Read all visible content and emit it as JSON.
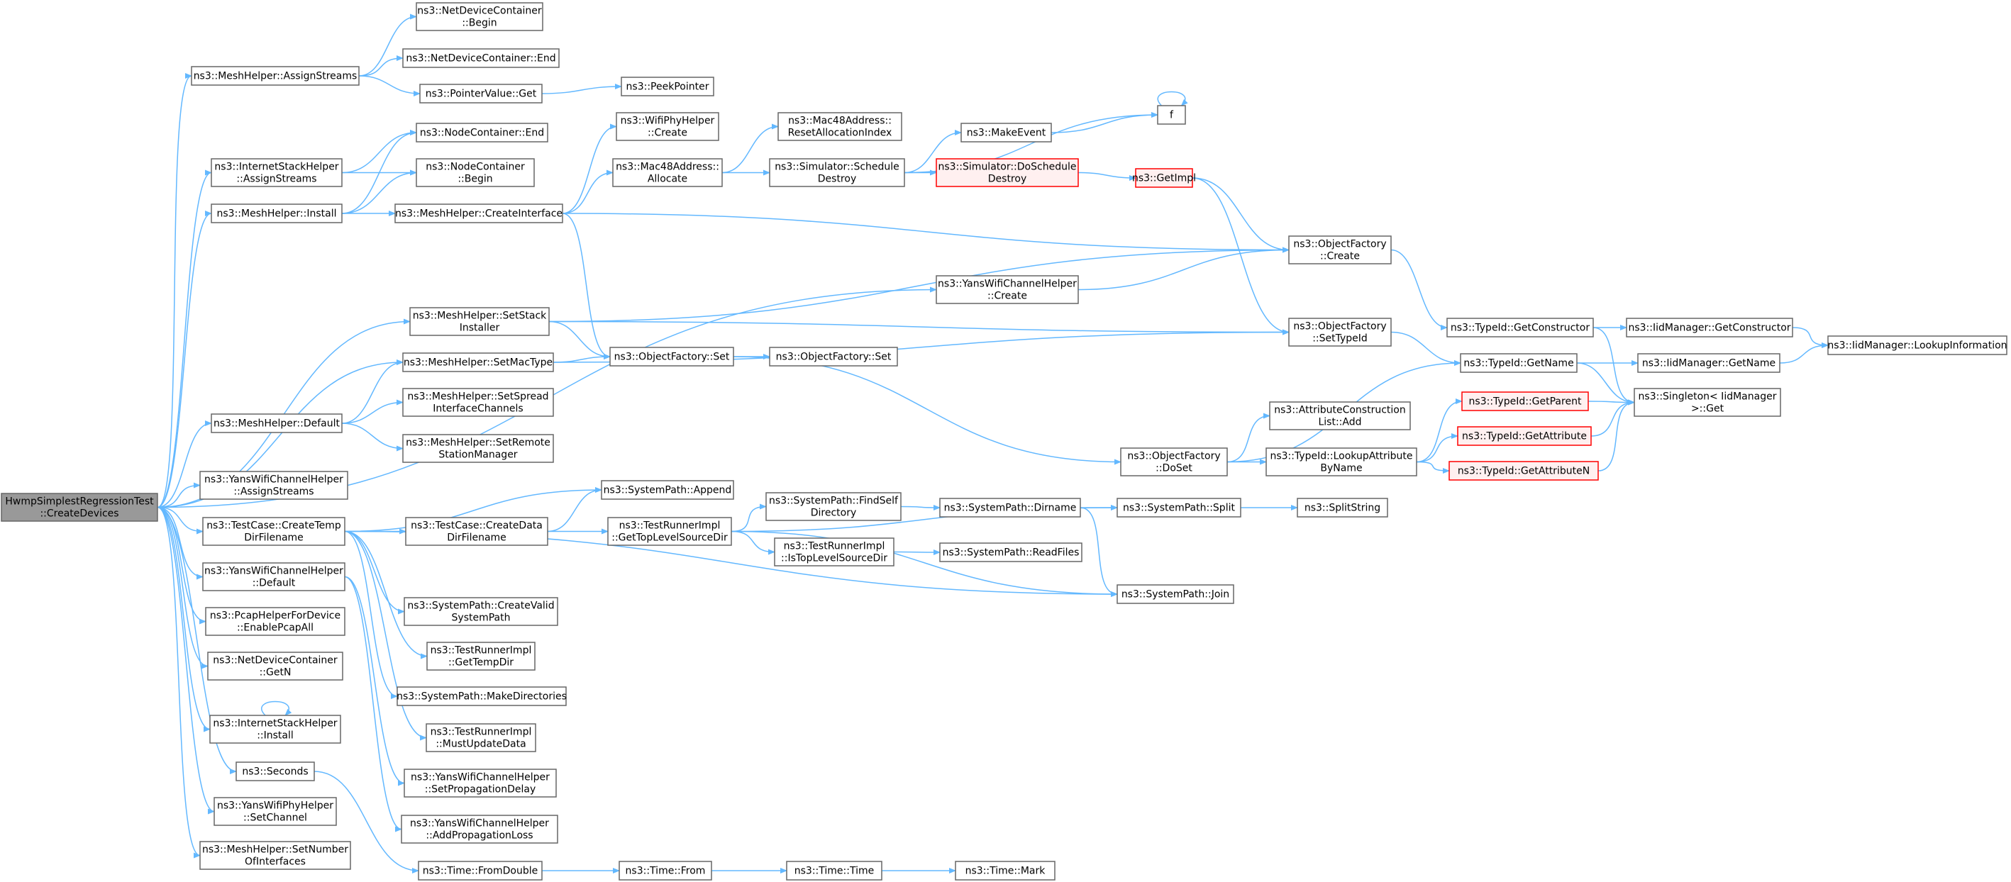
{
  "graph": {
    "edge_color": "#63b8ff",
    "root_fill": "#999999",
    "node_stroke": "#666666",
    "warning_stroke": "#ff0000",
    "nodes": [
      {
        "id": "root",
        "lines": [
          "HwmpSimplestRegressionTest",
          "::CreateDevices"
        ],
        "style": "root"
      },
      {
        "id": "assignStreams",
        "lines": [
          "ns3::MeshHelper::AssignStreams"
        ]
      },
      {
        "id": "ndcBegin",
        "lines": [
          "ns3::NetDeviceContainer",
          "::Begin"
        ]
      },
      {
        "id": "ndcEnd",
        "lines": [
          "ns3::NetDeviceContainer::End"
        ]
      },
      {
        "id": "pvGet",
        "lines": [
          "ns3::PointerValue::Get"
        ]
      },
      {
        "id": "peekPointer",
        "lines": [
          "ns3::PeekPointer"
        ]
      },
      {
        "id": "ncEnd",
        "lines": [
          "ns3::NodeContainer::End"
        ]
      },
      {
        "id": "ishAssign",
        "lines": [
          "ns3::InternetStackHelper",
          "::AssignStreams"
        ]
      },
      {
        "id": "ncBegin",
        "lines": [
          "ns3::NodeContainer",
          "::Begin"
        ]
      },
      {
        "id": "mhInstall",
        "lines": [
          "ns3::MeshHelper::Install"
        ]
      },
      {
        "id": "mhCreateIf",
        "lines": [
          "ns3::MeshHelper::CreateInterface"
        ]
      },
      {
        "id": "wphCreate",
        "lines": [
          "ns3::WifiPhyHelper",
          "::Create"
        ]
      },
      {
        "id": "macAllocate",
        "lines": [
          "ns3::Mac48Address::",
          "Allocate"
        ]
      },
      {
        "id": "macReset",
        "lines": [
          "ns3::Mac48Address::",
          "ResetAllocationIndex"
        ]
      },
      {
        "id": "simSchedDestroy",
        "lines": [
          "ns3::Simulator::Schedule",
          "Destroy"
        ]
      },
      {
        "id": "makeEvent",
        "lines": [
          "ns3::MakeEvent"
        ]
      },
      {
        "id": "f",
        "lines": [
          "f"
        ]
      },
      {
        "id": "simDoSched",
        "lines": [
          "ns3::Simulator::DoSchedule",
          "Destroy"
        ],
        "style": "red"
      },
      {
        "id": "getImpl",
        "lines": [
          "ns3::GetImpl"
        ],
        "style": "red"
      },
      {
        "id": "ofCreate",
        "lines": [
          "ns3::ObjectFactory",
          "::Create"
        ]
      },
      {
        "id": "ywchCreate",
        "lines": [
          "ns3::YansWifiChannelHelper",
          "::Create"
        ]
      },
      {
        "id": "mhSetStack",
        "lines": [
          "ns3::MeshHelper::SetStack",
          "Installer"
        ]
      },
      {
        "id": "ofSetTypeId",
        "lines": [
          "ns3::ObjectFactory",
          "::SetTypeId"
        ]
      },
      {
        "id": "tidGetCtor",
        "lines": [
          "ns3::TypeId::GetConstructor"
        ]
      },
      {
        "id": "iidGetCtor",
        "lines": [
          "ns3::IidManager::GetConstructor"
        ]
      },
      {
        "id": "iidLookup",
        "lines": [
          "ns3::IidManager::LookupInformation"
        ]
      },
      {
        "id": "mhSetMac",
        "lines": [
          "ns3::MeshHelper::SetMacType"
        ]
      },
      {
        "id": "ofSetTpl",
        "lines": [
          "ns3::ObjectFactory::Set"
        ]
      },
      {
        "id": "ofSet",
        "lines": [
          "ns3::ObjectFactory::Set"
        ]
      },
      {
        "id": "tidGetName",
        "lines": [
          "ns3::TypeId::GetName"
        ]
      },
      {
        "id": "iidGetName",
        "lines": [
          "ns3::IidManager::GetName"
        ]
      },
      {
        "id": "mhDefault",
        "lines": [
          "ns3::MeshHelper::Default"
        ]
      },
      {
        "id": "mhSpread",
        "lines": [
          "ns3::MeshHelper::SetSpread",
          "InterfaceChannels"
        ]
      },
      {
        "id": "mhRemote",
        "lines": [
          "ns3::MeshHelper::SetRemote",
          "StationManager"
        ]
      },
      {
        "id": "acAdd",
        "lines": [
          "ns3::AttributeConstruction",
          "List::Add"
        ]
      },
      {
        "id": "tidGetParent",
        "lines": [
          "ns3::TypeId::GetParent"
        ],
        "style": "red"
      },
      {
        "id": "singletonGet",
        "lines": [
          "ns3::Singleton< IidManager",
          ">::Get"
        ]
      },
      {
        "id": "tidGetAttr",
        "lines": [
          "ns3::TypeId::GetAttribute"
        ],
        "style": "red"
      },
      {
        "id": "ofDoSet",
        "lines": [
          "ns3::ObjectFactory",
          "::DoSet"
        ]
      },
      {
        "id": "tidLookupAttr",
        "lines": [
          "ns3::TypeId::LookupAttribute",
          "ByName"
        ]
      },
      {
        "id": "tidGetAttrN",
        "lines": [
          "ns3::TypeId::GetAttributeN"
        ],
        "style": "red"
      },
      {
        "id": "ywchAssign",
        "lines": [
          "ns3::YansWifiChannelHelper",
          "::AssignStreams"
        ]
      },
      {
        "id": "spAppend",
        "lines": [
          "ns3::SystemPath::Append"
        ]
      },
      {
        "id": "tcCreateTemp",
        "lines": [
          "ns3::TestCase::CreateTemp",
          "DirFilename"
        ]
      },
      {
        "id": "tcCreateData",
        "lines": [
          "ns3::TestCase::CreateData",
          "DirFilename"
        ]
      },
      {
        "id": "trGetTop",
        "lines": [
          "ns3::TestRunnerImpl",
          "::GetTopLevelSourceDir"
        ]
      },
      {
        "id": "spFindSelf",
        "lines": [
          "ns3::SystemPath::FindSelf",
          "Directory"
        ]
      },
      {
        "id": "spDirname",
        "lines": [
          "ns3::SystemPath::Dirname"
        ]
      },
      {
        "id": "spSplit",
        "lines": [
          "ns3::SystemPath::Split"
        ]
      },
      {
        "id": "splitString",
        "lines": [
          "ns3::SplitString"
        ]
      },
      {
        "id": "trIsTop",
        "lines": [
          "ns3::TestRunnerImpl",
          "::IsTopLevelSourceDir"
        ]
      },
      {
        "id": "spReadFiles",
        "lines": [
          "ns3::SystemPath::ReadFiles"
        ]
      },
      {
        "id": "ywchDefault",
        "lines": [
          "ns3::YansWifiChannelHelper",
          "::Default"
        ]
      },
      {
        "id": "spJoin",
        "lines": [
          "ns3::SystemPath::Join"
        ]
      },
      {
        "id": "spCreateValid",
        "lines": [
          "ns3::SystemPath::CreateValid",
          "SystemPath"
        ]
      },
      {
        "id": "phEnablePcap",
        "lines": [
          "ns3::PcapHelperForDevice",
          "::EnablePcapAll"
        ]
      },
      {
        "id": "ndcGetN",
        "lines": [
          "ns3::NetDeviceContainer",
          "::GetN"
        ]
      },
      {
        "id": "trGetTempDir",
        "lines": [
          "ns3::TestRunnerImpl",
          "::GetTempDir"
        ]
      },
      {
        "id": "spMakeDirs",
        "lines": [
          "ns3::SystemPath::MakeDirectories"
        ]
      },
      {
        "id": "ishInstall",
        "lines": [
          "ns3::InternetStackHelper",
          "::Install"
        ]
      },
      {
        "id": "trMustUpdate",
        "lines": [
          "ns3::TestRunnerImpl",
          "::MustUpdateData"
        ]
      },
      {
        "id": "seconds",
        "lines": [
          "ns3::Seconds"
        ]
      },
      {
        "id": "ywchSetProp",
        "lines": [
          "ns3::YansWifiChannelHelper",
          "::SetPropagationDelay"
        ]
      },
      {
        "id": "ywphSetChan",
        "lines": [
          "ns3::YansWifiPhyHelper",
          "::SetChannel"
        ]
      },
      {
        "id": "ywchAddLoss",
        "lines": [
          "ns3::YansWifiChannelHelper",
          "::AddPropagationLoss"
        ]
      },
      {
        "id": "mhSetNumIf",
        "lines": [
          "ns3::MeshHelper::SetNumber",
          "OfInterfaces"
        ]
      },
      {
        "id": "timeFromDouble",
        "lines": [
          "ns3::Time::FromDouble"
        ]
      },
      {
        "id": "timeFrom",
        "lines": [
          "ns3::Time::From"
        ]
      },
      {
        "id": "timeTime",
        "lines": [
          "ns3::Time::Time"
        ]
      },
      {
        "id": "timeMark",
        "lines": [
          "ns3::Time::Mark"
        ]
      }
    ],
    "edges": [
      [
        "root",
        "assignStreams"
      ],
      [
        "root",
        "ishAssign"
      ],
      [
        "root",
        "mhInstall"
      ],
      [
        "root",
        "ywchCreate"
      ],
      [
        "root",
        "mhSetStack"
      ],
      [
        "root",
        "mhSetMac"
      ],
      [
        "root",
        "mhDefault"
      ],
      [
        "root",
        "ywchAssign"
      ],
      [
        "root",
        "tcCreateTemp"
      ],
      [
        "root",
        "ywchDefault"
      ],
      [
        "root",
        "phEnablePcap"
      ],
      [
        "root",
        "ndcGetN"
      ],
      [
        "root",
        "ishInstall"
      ],
      [
        "root",
        "seconds"
      ],
      [
        "root",
        "ywphSetChan"
      ],
      [
        "root",
        "mhSetNumIf"
      ],
      [
        "assignStreams",
        "ndcBegin"
      ],
      [
        "assignStreams",
        "ndcEnd"
      ],
      [
        "assignStreams",
        "pvGet"
      ],
      [
        "pvGet",
        "peekPointer"
      ],
      [
        "ishAssign",
        "ncEnd"
      ],
      [
        "ishAssign",
        "ncBegin"
      ],
      [
        "mhInstall",
        "ncEnd"
      ],
      [
        "mhInstall",
        "ncBegin"
      ],
      [
        "mhInstall",
        "mhCreateIf"
      ],
      [
        "mhCreateIf",
        "wphCreate"
      ],
      [
        "mhCreateIf",
        "macAllocate"
      ],
      [
        "mhCreateIf",
        "ofCreate"
      ],
      [
        "mhCreateIf",
        "ofSetTpl"
      ],
      [
        "macAllocate",
        "macReset"
      ],
      [
        "macAllocate",
        "simSchedDestroy"
      ],
      [
        "simSchedDestroy",
        "makeEvent"
      ],
      [
        "simSchedDestroy",
        "f"
      ],
      [
        "simSchedDestroy",
        "simDoSched"
      ],
      [
        "makeEvent",
        "f"
      ],
      [
        "f",
        "f"
      ],
      [
        "simDoSched",
        "getImpl"
      ],
      [
        "getImpl",
        "ofCreate"
      ],
      [
        "getImpl",
        "ofSetTypeId"
      ],
      [
        "ofCreate",
        "tidGetCtor"
      ],
      [
        "tidGetCtor",
        "iidGetCtor"
      ],
      [
        "tidGetCtor",
        "singletonGet"
      ],
      [
        "iidGetCtor",
        "iidLookup"
      ],
      [
        "ywchCreate",
        "ofCreate"
      ],
      [
        "mhSetStack",
        "ofCreate"
      ],
      [
        "mhSetStack",
        "ofSetTypeId"
      ],
      [
        "mhSetStack",
        "ofSetTpl"
      ],
      [
        "ofSetTypeId",
        "tidGetName"
      ],
      [
        "tidGetName",
        "iidGetName"
      ],
      [
        "tidGetName",
        "singletonGet"
      ],
      [
        "iidGetName",
        "iidLookup"
      ],
      [
        "mhSetMac",
        "ofSetTpl"
      ],
      [
        "mhSetMac",
        "ofSetTypeId"
      ],
      [
        "ofSetTpl",
        "ofSet"
      ],
      [
        "ofSetTpl",
        "ofDoSet"
      ],
      [
        "ofDoSet",
        "tidGetName"
      ],
      [
        "ofDoSet",
        "acAdd"
      ],
      [
        "ofDoSet",
        "tidLookupAttr"
      ],
      [
        "tidLookupAttr",
        "tidGetParent"
      ],
      [
        "tidLookupAttr",
        "tidGetAttr"
      ],
      [
        "tidLookupAttr",
        "tidGetAttrN"
      ],
      [
        "tidGetParent",
        "singletonGet"
      ],
      [
        "tidGetAttr",
        "singletonGet"
      ],
      [
        "tidGetAttrN",
        "singletonGet"
      ],
      [
        "mhDefault",
        "mhSetMac"
      ],
      [
        "mhDefault",
        "mhSpread"
      ],
      [
        "mhDefault",
        "mhRemote"
      ],
      [
        "tcCreateTemp",
        "spAppend"
      ],
      [
        "tcCreateTemp",
        "tcCreateData"
      ],
      [
        "tcCreateTemp",
        "spJoin"
      ],
      [
        "tcCreateTemp",
        "spCreateValid"
      ],
      [
        "tcCreateTemp",
        "trGetTempDir"
      ],
      [
        "tcCreateTemp",
        "spMakeDirs"
      ],
      [
        "tcCreateTemp",
        "trMustUpdate"
      ],
      [
        "tcCreateData",
        "spAppend"
      ],
      [
        "tcCreateData",
        "trGetTop"
      ],
      [
        "trGetTop",
        "spFindSelf"
      ],
      [
        "trGetTop",
        "spSplit"
      ],
      [
        "trGetTop",
        "trIsTop"
      ],
      [
        "trGetTop",
        "spJoin"
      ],
      [
        "spFindSelf",
        "spDirname"
      ],
      [
        "spDirname",
        "spSplit"
      ],
      [
        "spDirname",
        "spJoin"
      ],
      [
        "spSplit",
        "splitString"
      ],
      [
        "trIsTop",
        "spReadFiles"
      ],
      [
        "ywchDefault",
        "ywchSetProp"
      ],
      [
        "ywchDefault",
        "ywchAddLoss"
      ],
      [
        "ishInstall",
        "ishInstall"
      ],
      [
        "seconds",
        "timeFromDouble"
      ],
      [
        "timeFromDouble",
        "timeFrom"
      ],
      [
        "timeFrom",
        "timeTime"
      ],
      [
        "timeTime",
        "timeMark"
      ]
    ]
  }
}
